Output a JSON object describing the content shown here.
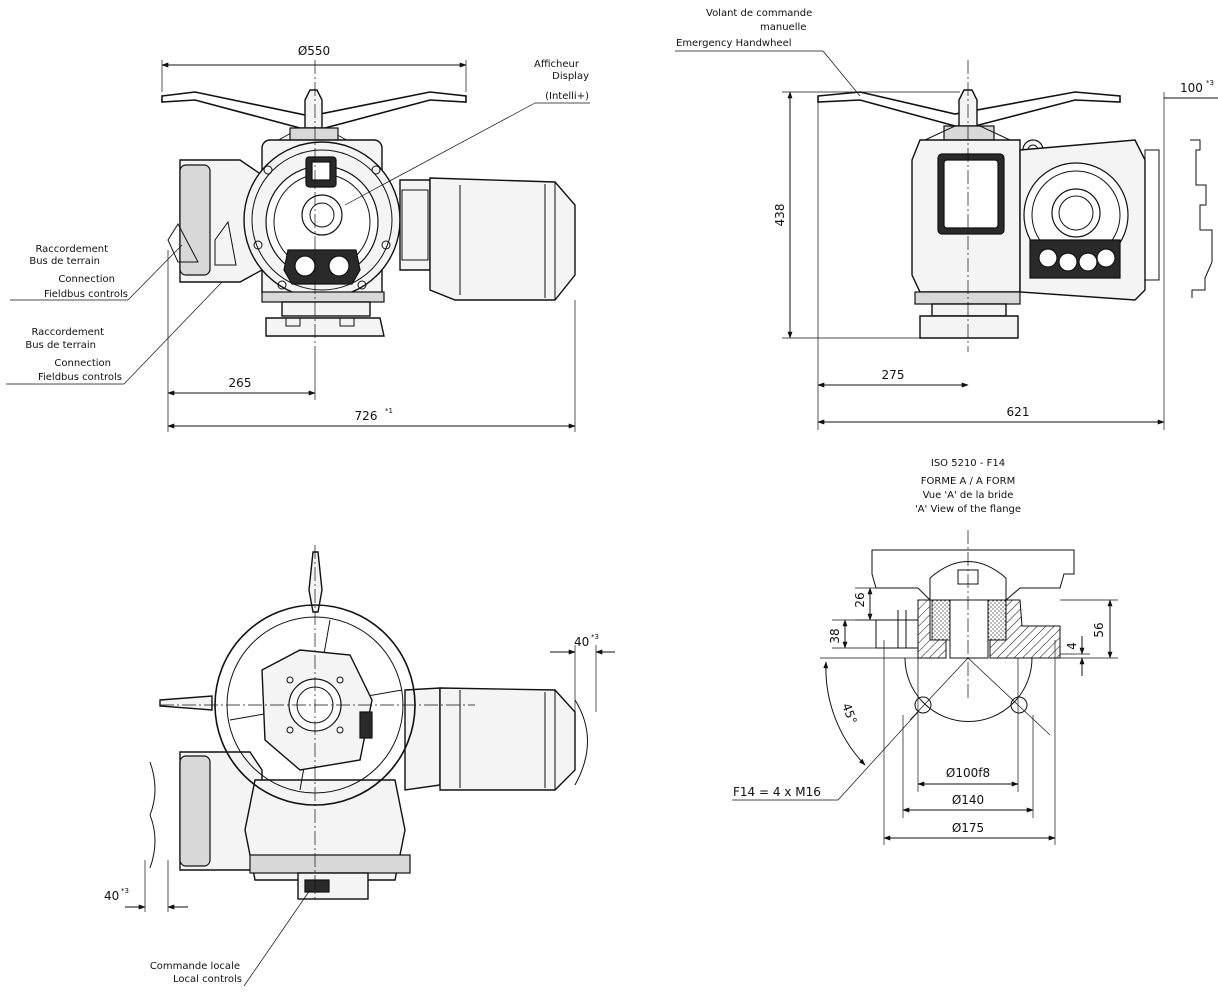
{
  "colors": {
    "ink": "#111111",
    "paper": "#ffffff"
  },
  "front_view": {
    "handwheel_diameter": "Ø550",
    "display_label": [
      "Afficheur",
      "Display",
      "(Intelli+)"
    ],
    "fieldbus_label_1": [
      "Raccordement",
      "Bus de terrain",
      "Connection",
      "Fieldbus controls"
    ],
    "fieldbus_label_2": [
      "Raccordement",
      "Bus de terrain",
      "Connection",
      "Fieldbus controls"
    ],
    "dim_axis": "265",
    "dim_total": "726",
    "dim_total_note": "*1"
  },
  "side_view": {
    "handwheel_label": [
      "Volant de commande",
      "manuelle",
      "Emergency Handwheel"
    ],
    "dim_height": "438",
    "dim_axis": "275",
    "dim_total": "621",
    "dim_clearance": "100",
    "dim_clearance_note": "*3"
  },
  "top_view": {
    "dim_clearance_right": "40",
    "dim_clearance_right_note": "*3",
    "dim_clearance_left": "40",
    "dim_clearance_left_note": "*3",
    "local_label": [
      "Commande locale",
      "Local controls"
    ]
  },
  "flange_view": {
    "title": [
      "ISO 5210 - F14",
      "FORME A / A FORM",
      "Vue 'A' de la bride",
      "'A' View of the flange"
    ],
    "dim_26": "26",
    "dim_38": "38",
    "dim_56": "56",
    "dim_4": "4",
    "angle": "45°",
    "bolt_label": "F14 = 4 x M16",
    "dia_pilot": "Ø100f8",
    "dia_pcd": "Ø140",
    "dia_outer": "Ø175"
  }
}
